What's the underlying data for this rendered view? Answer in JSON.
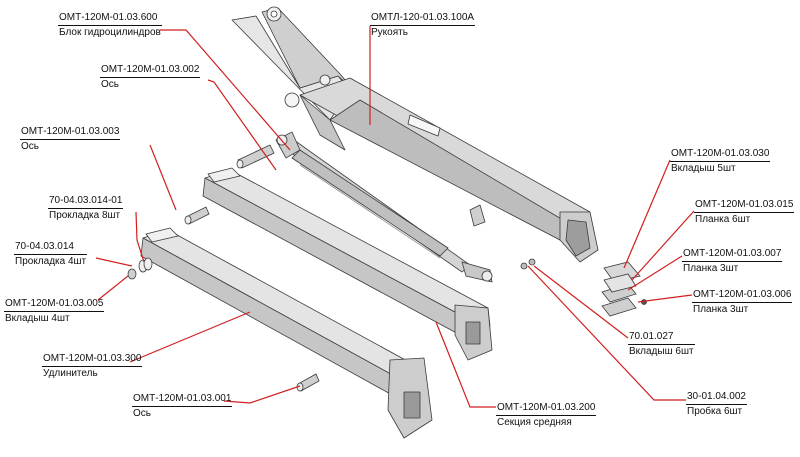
{
  "colors": {
    "leader": "#d21f1f",
    "part_fill": "#d7d7d7",
    "part_light": "#ececec",
    "part_dark": "#9a9a9a",
    "outline": "#3a3a3a",
    "text": "#111111"
  },
  "callouts": [
    {
      "id": "block",
      "code": "ОМТ-120М-01.03.600",
      "name": "Блок гидроцилиндров"
    },
    {
      "id": "rukoyat",
      "code": "ОМТЛ-120-01.03.100А",
      "name": "Рукоять"
    },
    {
      "id": "os002",
      "code": "ОМТ-120М-01.03.002",
      "name": "Ось"
    },
    {
      "id": "os003",
      "code": "ОМТ-120М-01.03.003",
      "name": "Ось"
    },
    {
      "id": "prokl8",
      "code": "70-04.03.014-01",
      "name": "Прокладка 8шт"
    },
    {
      "id": "prokl4",
      "code": "70-04.03.014",
      "name": "Прокладка 4шт"
    },
    {
      "id": "vkl4",
      "code": "ОМТ-120М-01.03.005",
      "name": "Вкладыш 4шт"
    },
    {
      "id": "udlin",
      "code": "ОМТ-120М-01.03.300",
      "name": "Удлинитель"
    },
    {
      "id": "os001",
      "code": "ОМТ-120М-01.03.001",
      "name": "Ось"
    },
    {
      "id": "sekciya",
      "code": "ОМТ-120М-01.03.200",
      "name": "Секция средняя"
    },
    {
      "id": "vkl5",
      "code": "ОМТ-120М-01.03.030",
      "name": "Вкладыш 5шт"
    },
    {
      "id": "planka6",
      "code": "ОМТ-120М-01.03.015",
      "name": "Планка 6шт"
    },
    {
      "id": "planka3a",
      "code": "ОМТ-120М-01.03.007",
      "name": "Планка 3шт"
    },
    {
      "id": "planka3b",
      "code": "ОМТ-120М-01.03.006",
      "name": "Планка 3шт"
    },
    {
      "id": "vkl6",
      "code": "70.01.027",
      "name": "Вкладыш 6шт"
    },
    {
      "id": "probka",
      "code": "30-01.04.002",
      "name": "Пробка 6шт"
    }
  ]
}
